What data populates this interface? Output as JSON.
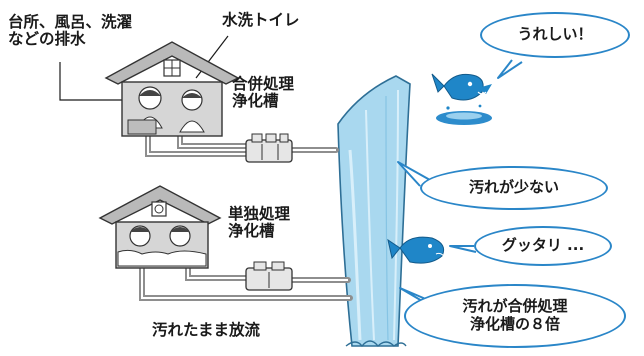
{
  "labels": {
    "drainage_line1": "台所、風呂、洗濯",
    "drainage_line2": "などの排水",
    "toilet": "水洗トイレ",
    "combined_line1": "合併処理",
    "combined_line2": "浄化槽",
    "single_line1": "単独処理",
    "single_line2": "浄化槽",
    "untreated": "汚れたまま放流"
  },
  "bubbles": {
    "happy": "うれしい！",
    "less_dirty": "汚れが少ない",
    "exhausted": "グッタリ ...",
    "eight_times_line1": "汚れが合併処理",
    "eight_times_line2": "浄化槽の８倍"
  },
  "colors": {
    "river": "#a9d8ef",
    "river_edge": "#2e6f96",
    "bubble_border": "#2a86c8",
    "fish": "#1f86c8",
    "pipe": "#9a9a9a",
    "house_roof": "#b9b9b9",
    "house_wall": "#d6d6d6"
  },
  "icons": [
    "house-icon",
    "house-icon",
    "septic-tank-icon",
    "septic-tank-icon",
    "happy-fish-icon",
    "tired-fish-icon"
  ]
}
